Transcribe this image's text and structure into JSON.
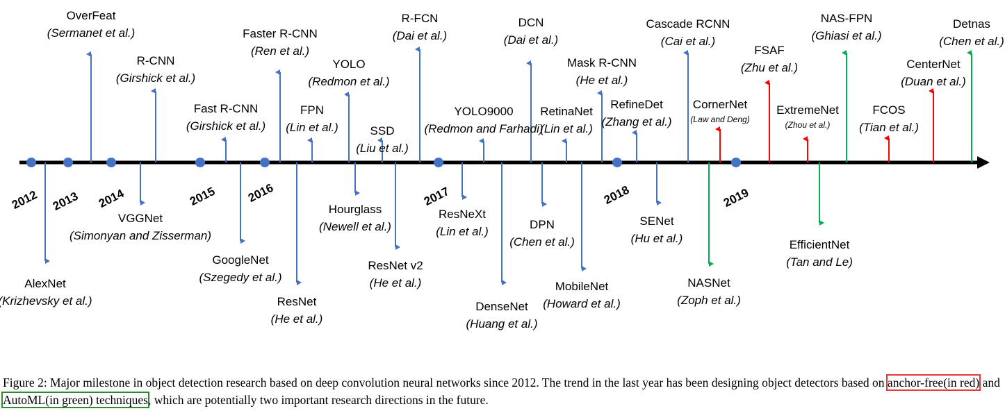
{
  "colors": {
    "default_arrow": "#4472c4",
    "anchor_free": "#ff0000",
    "automl": "#00b050",
    "dot": "#4472c4",
    "axis": "#000000"
  },
  "years": [
    "2012",
    "2013",
    "2014",
    "2015",
    "2016",
    "2017",
    "2018",
    "2019"
  ],
  "milestones": [
    {
      "name": "OverFeat",
      "authors": "(Sermanet et al.)",
      "cat": "default"
    },
    {
      "name": "R-CNN",
      "authors": "(Girshick et al.)",
      "cat": "default"
    },
    {
      "name": "Fast R-CNN",
      "authors": "(Girshick et al.)",
      "cat": "default"
    },
    {
      "name": "Faster R-CNN",
      "authors": "(Ren et al.)",
      "cat": "default"
    },
    {
      "name": "FPN",
      "authors": "(Lin et al.)",
      "cat": "default"
    },
    {
      "name": "YOLO",
      "authors": "(Redmon et al.)",
      "cat": "default"
    },
    {
      "name": "SSD",
      "authors": "(Liu et al.)",
      "cat": "default"
    },
    {
      "name": "R-FCN",
      "authors": "(Dai et al.)",
      "cat": "default"
    },
    {
      "name": "YOLO9000",
      "authors": "(Redmon and Farhadi)",
      "cat": "default"
    },
    {
      "name": "DCN",
      "authors": "(Dai et al.)",
      "cat": "default"
    },
    {
      "name": "RetinaNet",
      "authors": "(Lin et al.)",
      "cat": "default"
    },
    {
      "name": "Mask R-CNN",
      "authors": "(He et al.)",
      "cat": "default"
    },
    {
      "name": "RefineDet",
      "authors": "(Zhang et al.)",
      "cat": "default"
    },
    {
      "name": "Cascade RCNN",
      "authors": "(Cai et al.)",
      "cat": "default"
    },
    {
      "name": "CornerNet",
      "authors": "(Law and Deng)",
      "cat": "anchor_free"
    },
    {
      "name": "FSAF",
      "authors": "(Zhu et al.)",
      "cat": "anchor_free"
    },
    {
      "name": "ExtremeNet",
      "authors": "(Zhou et al.)",
      "cat": "anchor_free"
    },
    {
      "name": "NAS-FPN",
      "authors": "(Ghiasi et al.)",
      "cat": "automl"
    },
    {
      "name": "FCOS",
      "authors": "(Tian et al.)",
      "cat": "anchor_free"
    },
    {
      "name": "CenterNet",
      "authors": "(Duan et al.)",
      "cat": "anchor_free"
    },
    {
      "name": "Detnas",
      "authors": "(Chen et al.)",
      "cat": "automl"
    },
    {
      "name": "AlexNet",
      "authors": "(Krizhevsky et al.)",
      "cat": "default"
    },
    {
      "name": "VGGNet",
      "authors": "(Simonyan and Zisserman)",
      "cat": "default"
    },
    {
      "name": "GoogleNet",
      "authors": "(Szegedy et al.)",
      "cat": "default"
    },
    {
      "name": "ResNet",
      "authors": "(He et al.)",
      "cat": "default"
    },
    {
      "name": "Hourglass",
      "authors": "(Newell et al.)",
      "cat": "default"
    },
    {
      "name": "ResNet v2",
      "authors": "(He et al.)",
      "cat": "default"
    },
    {
      "name": "ResNeXt",
      "authors": "(Lin et al.)",
      "cat": "default"
    },
    {
      "name": "DenseNet",
      "authors": "(Huang et al.)",
      "cat": "default"
    },
    {
      "name": "DPN",
      "authors": "(Chen et al.)",
      "cat": "default"
    },
    {
      "name": "MobileNet",
      "authors": "(Howard et al.)",
      "cat": "default"
    },
    {
      "name": "SENet",
      "authors": "(Hu et al.)",
      "cat": "default"
    },
    {
      "name": "NASNet",
      "authors": "(Zoph et al.)",
      "cat": "automl"
    },
    {
      "name": "EfficientNet",
      "authors": "(Tan and Le)",
      "cat": "automl"
    }
  ],
  "caption": {
    "prefix": "Figure 2: Major milestone in object detection research based on deep convolution neural networks since 2012. The trend in the last year has been designing object detectors based on ",
    "anchor_free": "anchor-free(in red)",
    "middle": " and ",
    "automl": "AutoML(in green) techniques",
    "suffix": ", which are potentially two important research directions in the future."
  }
}
